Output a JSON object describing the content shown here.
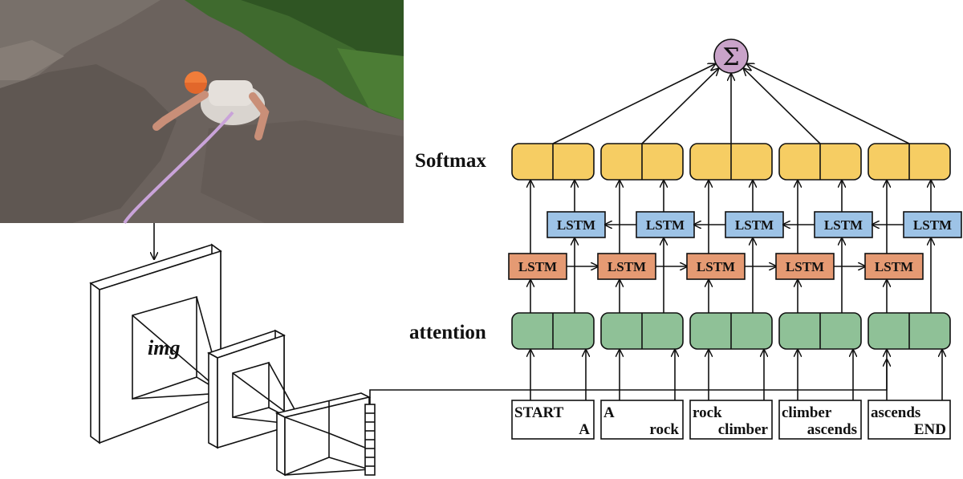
{
  "figure": {
    "photo_description": "rock climber on granite slab",
    "img_label": "img",
    "sum_symbol": "Σ",
    "softmax_label": "Softmax",
    "attention_label": "attention",
    "lstm_label": "LSTM",
    "tokens": [
      {
        "top": "START",
        "bottom": "A"
      },
      {
        "top": "A",
        "bottom": "rock"
      },
      {
        "top": "rock",
        "bottom": "climber"
      },
      {
        "top": "climber",
        "bottom": "ascends"
      },
      {
        "top": "ascends",
        "bottom": "END"
      }
    ],
    "colors": {
      "softmax": "#f6cd63",
      "lstm_backward": "#9dc3e6",
      "lstm_forward": "#e59a73",
      "attention": "#8fc197",
      "sum": "#c9a3c9"
    }
  }
}
